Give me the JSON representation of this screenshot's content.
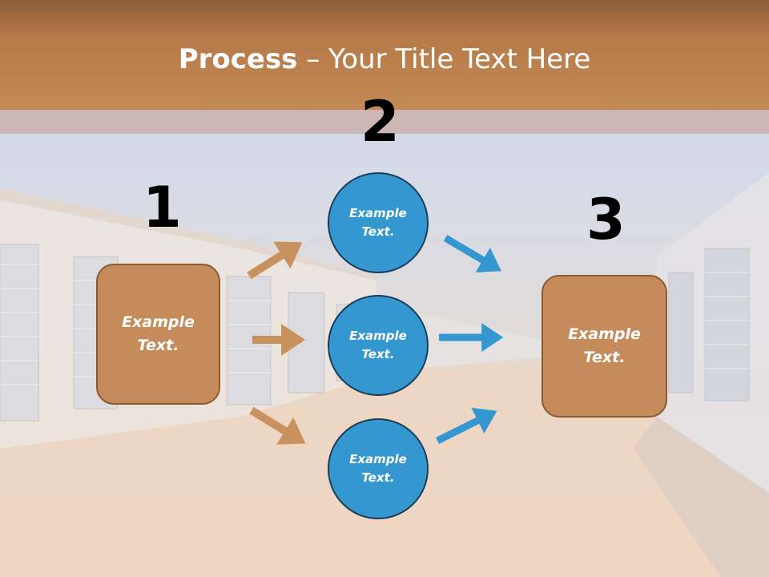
{
  "title": {
    "bold": "Process",
    "rest": " – Your Title Text Here"
  },
  "steps": [
    {
      "number": "1",
      "text": "Example Text."
    },
    {
      "number": "2",
      "items": [
        "Example Text.",
        "Example Text.",
        "Example Text."
      ]
    },
    {
      "number": "3",
      "text": "Example Text."
    }
  ],
  "colors": {
    "header": "#c48a55",
    "box_fill": "#c68b5a",
    "circle_fill": "#3597cf",
    "orange_arrow": "#c9915d",
    "blue_arrow": "#3597cf"
  },
  "icons": [
    "arrow-right-icon"
  ]
}
